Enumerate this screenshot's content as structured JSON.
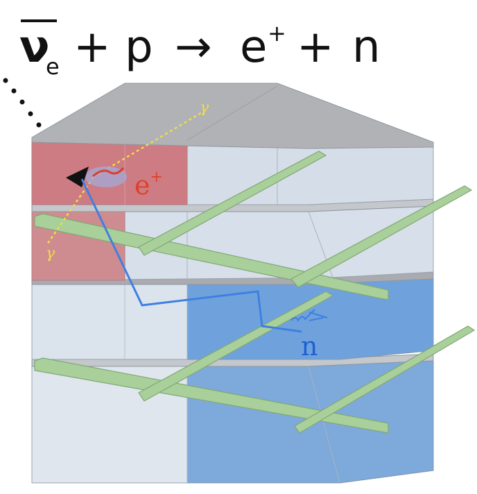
{
  "equation": {
    "neutrino": "ν",
    "neutrino_sub": "e",
    "plus1": "+",
    "proton": "p",
    "arrow": "→",
    "positron": "e",
    "positron_sup": "+",
    "plus2": "+",
    "neutron": "n"
  },
  "labels": {
    "positron": "e",
    "positron_sup": "+",
    "neutron": "n",
    "gamma_top": "γ",
    "gamma_bottom": "γ"
  },
  "colors": {
    "cell_light": "#d6dfeb",
    "cell_red": "#cf7f84",
    "cell_blue": "#6fa2dc",
    "plate_top": "#b7b9bd",
    "rod": "#a9cf9a",
    "track_blue": "#3f7fe0",
    "gamma": "#f0dc46",
    "label_red": "#e0402a",
    "label_blue": "#2060d0"
  },
  "icons": [
    "incoming-neutrino-dots",
    "positron-arrow-icon",
    "neutron-capture-icon"
  ]
}
